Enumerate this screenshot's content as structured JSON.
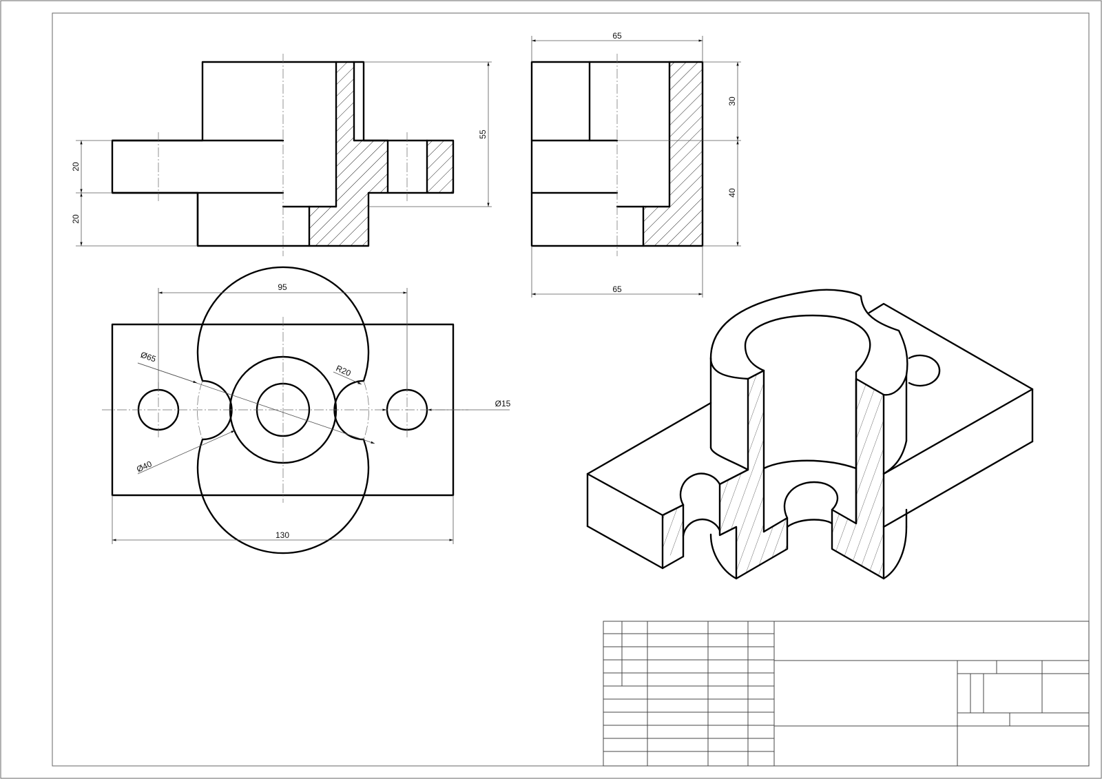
{
  "dimensions": {
    "front_height_upper": "20",
    "front_height_lower": "20",
    "front_total_height": "55",
    "side_top_width": "65",
    "side_bottom_width": "65",
    "side_height_upper": "30",
    "side_height_lower": "40",
    "plan_hole_spacing": "95",
    "plan_length": "130",
    "plan_boss_diameter": "Ø65",
    "plan_bore_diameter": "Ø40",
    "plan_notch_radius": "R20",
    "plan_hole_diameter": "Ø15"
  },
  "colors": {
    "line": "#000000",
    "thin": "#555555",
    "background": "#ffffff"
  }
}
